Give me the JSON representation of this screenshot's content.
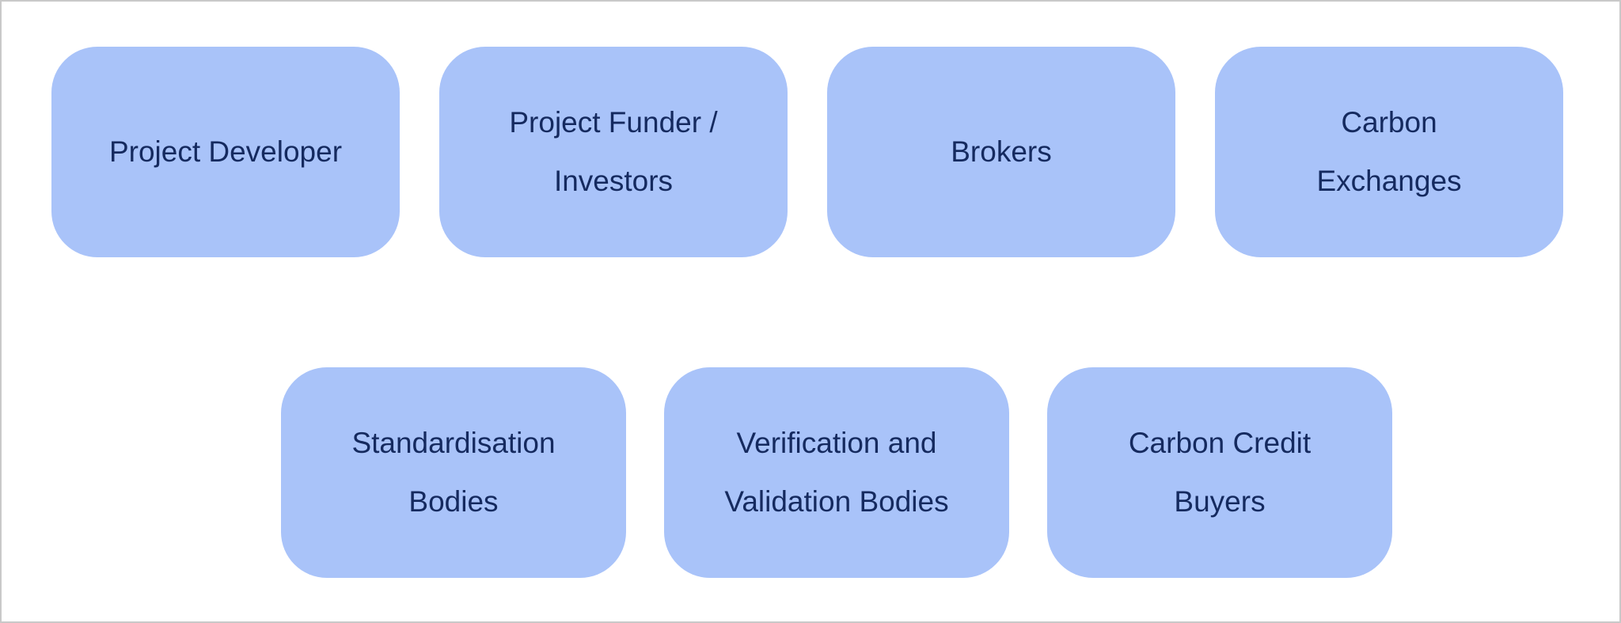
{
  "colors": {
    "background": "#ffffff",
    "canvas_border": "#c9c9c9",
    "node_fill": "#a9c3f9",
    "node_text": "#152a5f"
  },
  "diagram": {
    "description": "Carbon market participants diagram: two rows of rounded blue nodes",
    "nodes": [
      {
        "id": "project-developer",
        "label": "Project Developer",
        "lines": [
          "Project Developer"
        ]
      },
      {
        "id": "project-funder-investors",
        "label": "Project Funder / Investors",
        "lines": [
          "Project Funder /",
          "Investors"
        ]
      },
      {
        "id": "brokers",
        "label": "Brokers",
        "lines": [
          "Brokers"
        ]
      },
      {
        "id": "carbon-exchanges",
        "label": "Carbon Exchanges",
        "lines": [
          "Carbon",
          "Exchanges"
        ]
      },
      {
        "id": "standardisation-bodies",
        "label": "Standardisation Bodies",
        "lines": [
          "Standardisation",
          "Bodies"
        ]
      },
      {
        "id": "verification-validation-bodies",
        "label": "Verification and Validation Bodies",
        "lines": [
          "Verification and",
          "Validation Bodies"
        ]
      },
      {
        "id": "carbon-credit-buyers",
        "label": "Carbon Credit Buyers",
        "lines": [
          "Carbon Credit",
          "Buyers"
        ]
      }
    ]
  }
}
